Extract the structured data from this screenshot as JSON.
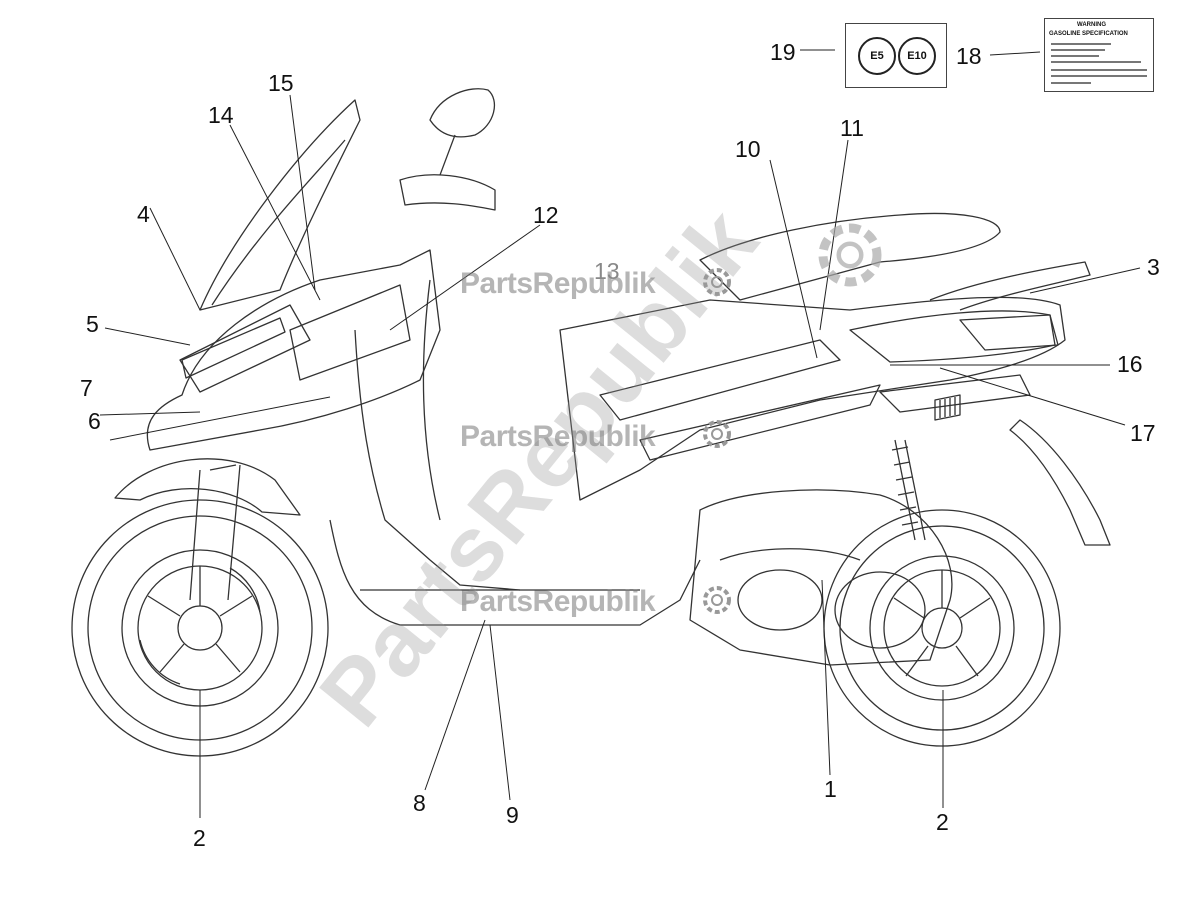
{
  "watermark": {
    "brand": "PartsRepublik"
  },
  "callouts": {
    "c1": "1",
    "c2a": "2",
    "c2b": "2",
    "c3": "3",
    "c4": "4",
    "c5": "5",
    "c6": "6",
    "c7": "7",
    "c8": "8",
    "c9": "9",
    "c10": "10",
    "c11": "11",
    "c12": "12",
    "c13": "13",
    "c14": "14",
    "c15": "15",
    "c16": "16",
    "c17": "17",
    "c18": "18",
    "c19": "19"
  },
  "fuel_label": {
    "e5": "E5",
    "e10": "E10"
  },
  "warning_label": {
    "title": "WARNING",
    "heading": "GASOLINE SPECIFICATION"
  },
  "colors": {
    "line": "#333333",
    "leader": "#222222",
    "watermark": "#8a8a8a"
  }
}
